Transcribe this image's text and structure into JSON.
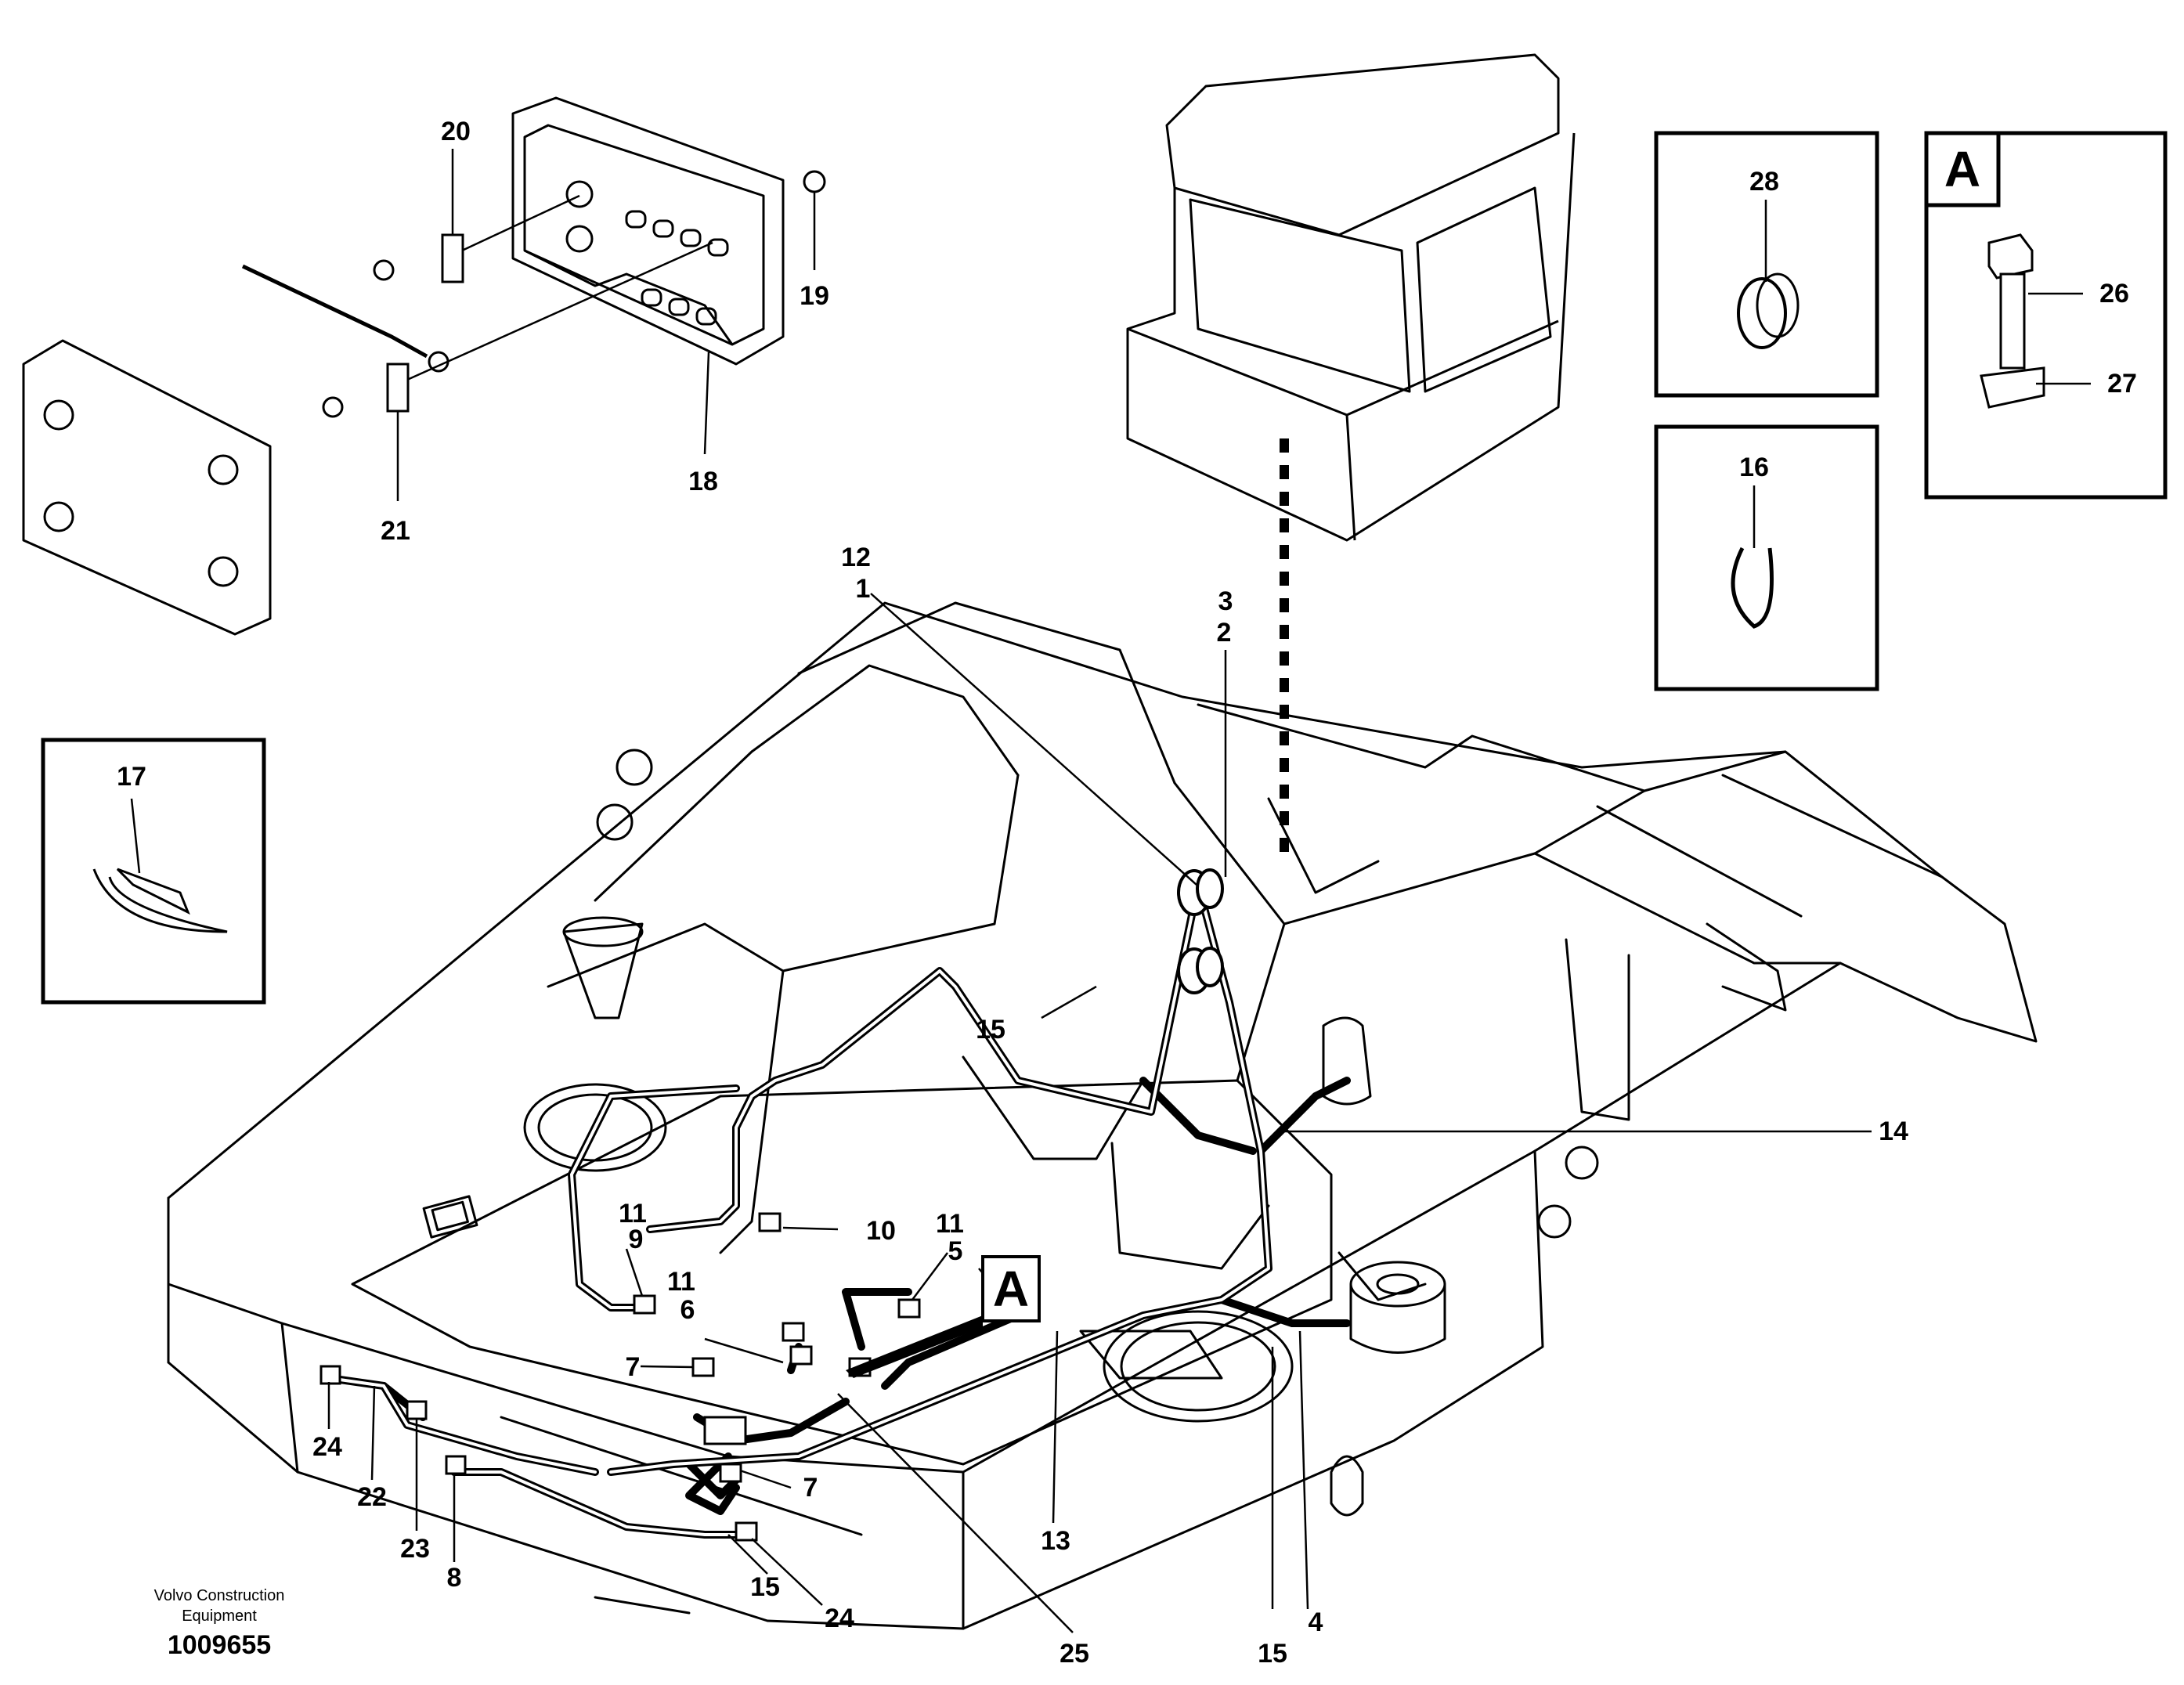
{
  "caption": {
    "line1": "Volvo Construction",
    "line2": "Equipment",
    "doc_number": "1009655"
  },
  "detail_labels": {
    "main_view": "A",
    "detail_box": "A"
  },
  "callouts": {
    "c1": "1",
    "c2": "2",
    "c3": "3",
    "c4": "4",
    "c5": "5",
    "c6": "6",
    "c7a": "7",
    "c7b": "7",
    "c8": "8",
    "c9": "9",
    "c10": "10",
    "c11a": "11",
    "c11b": "11",
    "c11c": "11",
    "c12": "12",
    "c13": "13",
    "c14": "14",
    "c15a": "15",
    "c15b": "15",
    "c15c": "15",
    "c16": "16",
    "c17": "17",
    "c18": "18",
    "c19": "19",
    "c20": "20",
    "c21": "21",
    "c22": "22",
    "c23": "23",
    "c24a": "24",
    "c24b": "24",
    "c25": "25",
    "c26": "26",
    "c27": "27",
    "c28": "28"
  },
  "colors": {
    "ink": "#000000",
    "paper": "#ffffff"
  }
}
